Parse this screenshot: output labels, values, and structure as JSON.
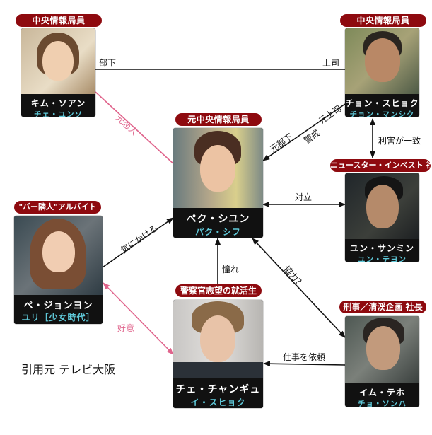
{
  "title": "Character relationship chart",
  "colors": {
    "label_bg": "#8e0a0f",
    "actor_text": "#5fc8d8",
    "pink_line": "#e0648c",
    "line": "#111111"
  },
  "characters": {
    "kim": {
      "role": "中央情報局員",
      "name": "キム・ソアン",
      "actor": "チェ・ユンソ"
    },
    "jeong": {
      "role": "中央情報局員",
      "name": "チョン・スヒョク",
      "actor": "チョン・マンシク"
    },
    "park": {
      "role": "元中央情報局員",
      "name": "ペク・シユン",
      "actor": "パク・シフ"
    },
    "yoon": {
      "role": "ニュースター・インベスト 社長",
      "name": "ユン・サンミン",
      "actor": "ユン・テヨン"
    },
    "bae": {
      "role": "\"バー隣人\"アルバイト",
      "name": "ペ・ジョンヨン",
      "actor": "ユリ［少女時代］"
    },
    "choi": {
      "role": "警察官志望の就活生",
      "name": "チェ・チャンギュ",
      "actor": "イ・スヒョク"
    },
    "lim": {
      "role": "刑事／清渓企画 社長",
      "name": "イム・テホ",
      "actor": "チョ・ソンハ"
    }
  },
  "relations": {
    "kim_subordinate": "部下",
    "jeong_boss": "上司",
    "ex_lover": "元恋人",
    "ex_subordinate": "元部下",
    "ex_boss": "元上司",
    "caution": "警戒",
    "shared_interest": "利害が一致",
    "conflict": "対立",
    "cares_about": "気にかける",
    "admiration": "憧れ",
    "cooperation": "協力？",
    "goodwill": "好意",
    "job_request": "仕事を依頼"
  },
  "source_credit": "引用元 テレビ大阪"
}
